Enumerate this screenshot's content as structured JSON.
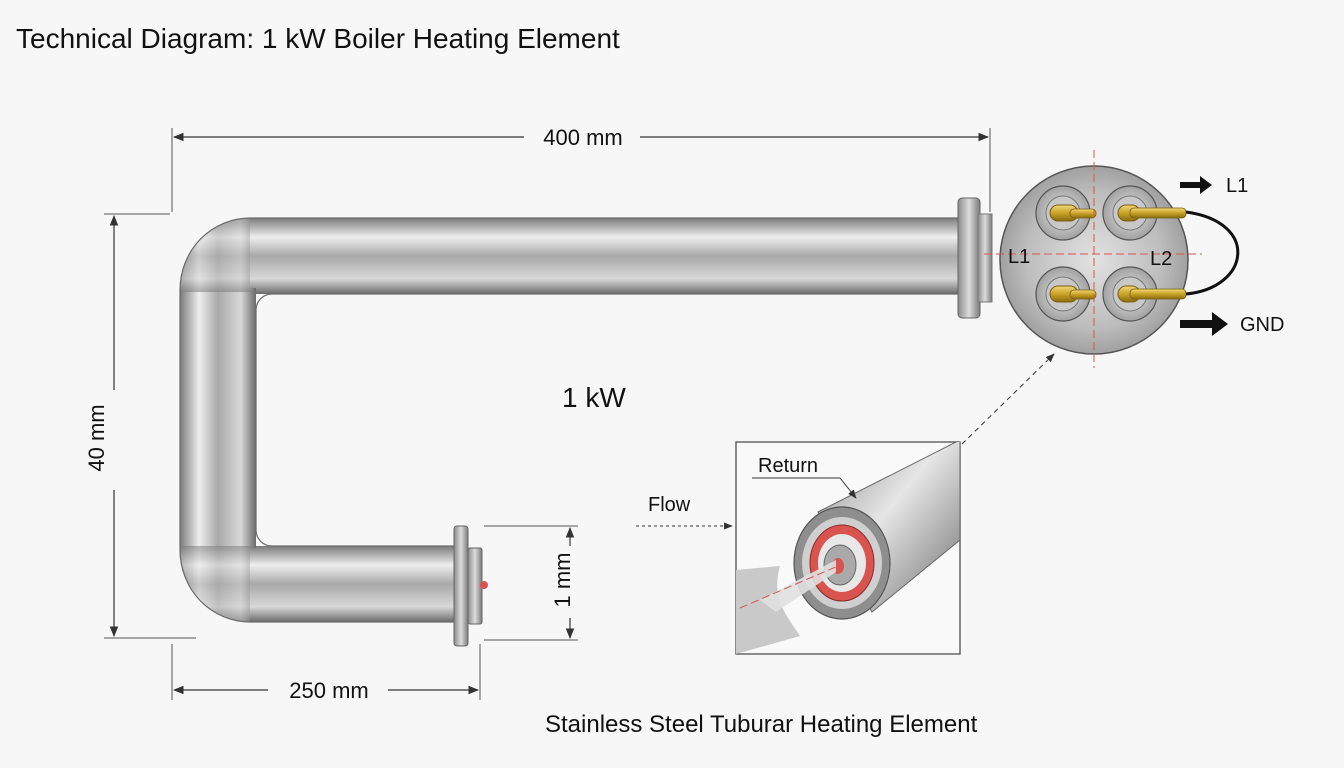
{
  "title": "Technical Diagram: 1 kW Boiler Heating Element",
  "dimensions": {
    "length": "400 mm",
    "height": "40 mm",
    "bottom_leg": "250 mm",
    "end_diameter": "1 mm"
  },
  "power_label": "1 kW",
  "terminals": {
    "left": "L1",
    "right": "L2",
    "out_top": "L1",
    "out_bottom": "GND"
  },
  "detail": {
    "return_label": "Return",
    "flow_label": "Flow"
  },
  "caption": "Stainless Steel Tuburar Heating Element",
  "colors": {
    "steel_dark": "#6e6e6e",
    "steel_light": "#e8e8e8",
    "brass": "#c9a227",
    "heating_core": "#d9534f",
    "centerline": "#d9534f"
  }
}
